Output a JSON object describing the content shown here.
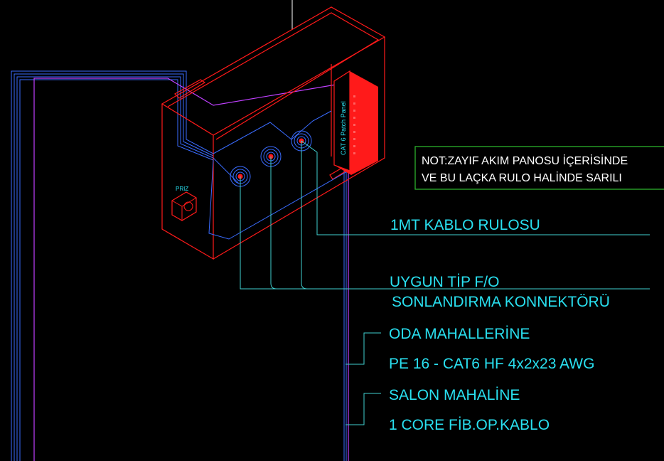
{
  "note": {
    "line1": "NOT:ZAYIF AKIM PANOSU İÇERİSİNDE",
    "line2": "VE BU LAÇKA RULO HALİNDE SARILI"
  },
  "panel": {
    "label": "CAT 6 Patch Panel"
  },
  "socket": {
    "label": "PRIZ"
  },
  "callouts": {
    "cable_roll": "1MT KABLO RULOSU",
    "connector_line1": "UYGUN TİP F/O",
    "connector_line2": "SONLANDIRMA KONNEKTÖRÜ",
    "rooms_line1": "ODA MAHALLERİNE",
    "rooms_line2": "PE 16 - CAT6 HF 4x2x23 AWG",
    "salon_line1": "SALON MAHALİNE",
    "salon_line2": "1 CORE FİB.OP.KABLO"
  },
  "colors": {
    "background": "#000000",
    "box": "#ff1a1a",
    "cable_blue": "#3a6cff",
    "cable_magenta": "#c040ff",
    "leader": "#40d0d0",
    "text": "#29e0f0",
    "note_border": "#2fbf2f",
    "white": "#ffffff"
  }
}
